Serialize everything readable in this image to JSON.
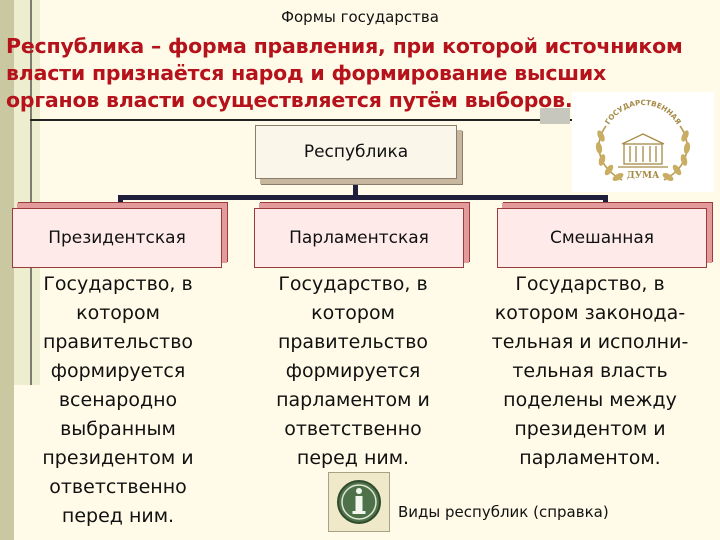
{
  "header": {
    "title": "Формы государства"
  },
  "definition": {
    "lines": [
      "Республика – форма правления, при которой источником",
      "власти признаётся народ и формирование высших",
      "органов власти осуществляется путём выборов."
    ]
  },
  "diagram": {
    "root": "Республика",
    "types": [
      {
        "label": "Президентская",
        "description": [
          "Государство, в",
          "котором",
          "правительство",
          "формируется",
          "всенародно",
          "выбранным",
          "президентом и",
          "ответственно",
          "перед ним."
        ]
      },
      {
        "label": "Парламентская",
        "description": [
          "Государство, в",
          "котором",
          "правительство",
          "формируется",
          "парламентом и",
          "ответственно",
          "перед ним."
        ]
      },
      {
        "label": "Смешанная",
        "description": [
          "Государство, в",
          "котором законода-",
          "тельная и исполни-",
          "тельная власть",
          "поделены между",
          "президентом и",
          "парламентом."
        ]
      }
    ]
  },
  "emblem": {
    "text_top": "ГОСУДАРСТВЕННАЯ",
    "text_bottom": "ДУМА"
  },
  "info": {
    "icon": "info-icon",
    "link_label": "Виды республик (справка)"
  },
  "colors": {
    "definition": "#b5121b",
    "background": "#fffbe8",
    "connector": "#1f1f3d"
  }
}
